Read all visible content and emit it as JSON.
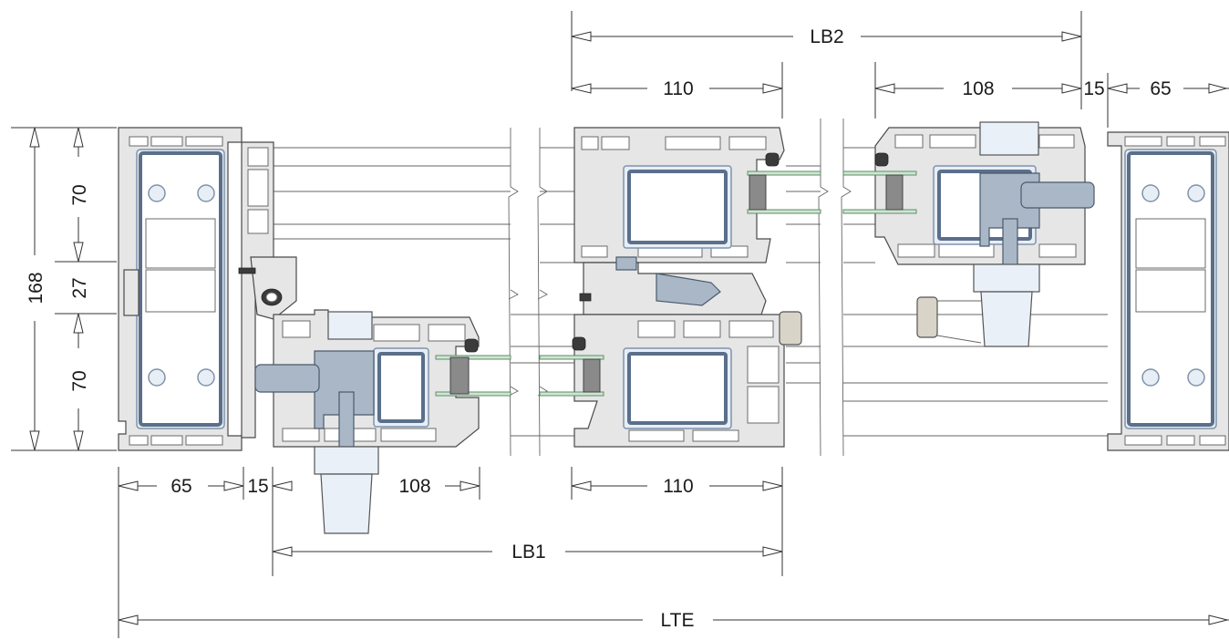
{
  "dimensions": {
    "top_overall": "LB2",
    "top_sash_right": "110",
    "top_sash_left": "108",
    "top_gap": "15",
    "top_frame": "65",
    "left_upper": "70",
    "left_middle": "27",
    "left_lower": "70",
    "left_total": "168",
    "bottom_frame": "65",
    "bottom_gap": "15",
    "bottom_sash_left": "108",
    "bottom_sash_right": "110",
    "bottom_lb1": "LB1",
    "bottom_lte": "LTE"
  },
  "colors": {
    "pvc": "#e6e6e6",
    "steel": "#5a6f8a",
    "glass": "#cfe5d3",
    "hardware": "#aab7c6"
  }
}
